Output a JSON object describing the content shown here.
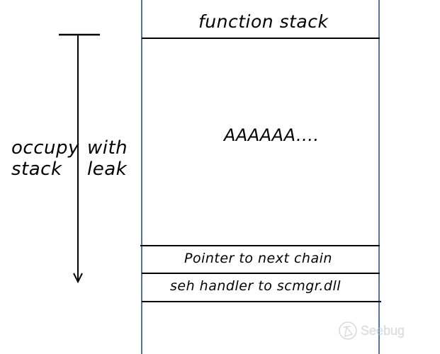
{
  "diagram": {
    "title": "function stack",
    "regions": [
      {
        "id": "header",
        "label": "function stack"
      },
      {
        "id": "overflow-fill",
        "label": "AAAAAA...."
      },
      {
        "id": "next-seh",
        "label": "Pointer to next chain"
      },
      {
        "id": "seh-handler",
        "label": "seh handler to scmgr.dll"
      },
      {
        "id": "below",
        "label": ""
      }
    ],
    "annotation": {
      "line1_left": "occupy",
      "line1_right": "with",
      "line2_left": "stack",
      "line2_right": "leak",
      "arrow_direction": "down"
    },
    "colors": {
      "stack_border": "#4a76a8",
      "divider": "#000000"
    }
  },
  "watermark": {
    "text": "Seebug",
    "icon": "seebug-logo-icon"
  }
}
